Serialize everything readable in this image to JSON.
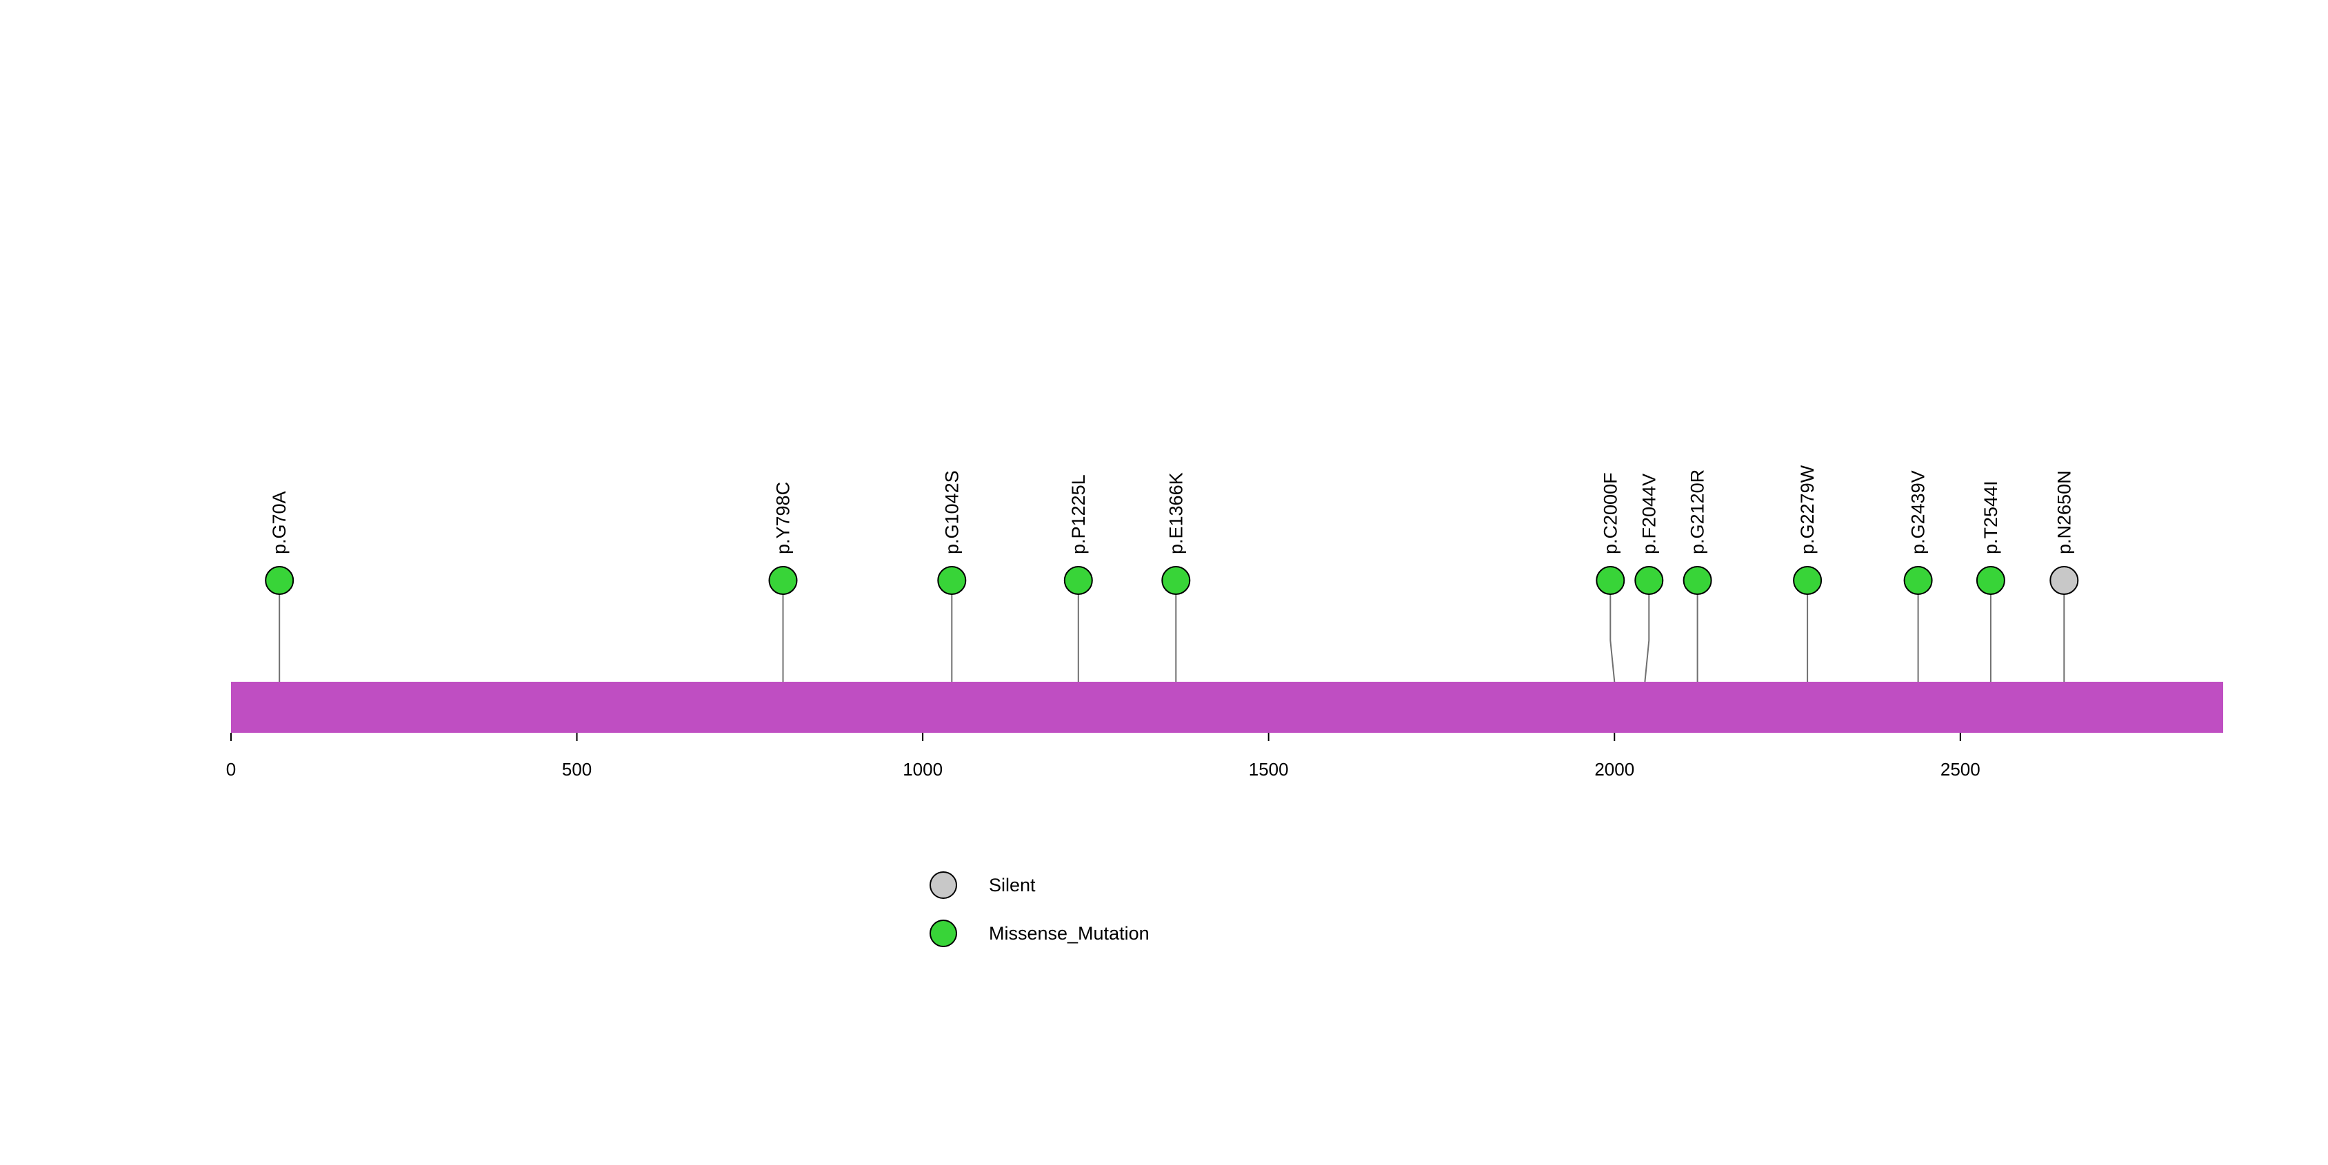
{
  "page": {
    "background": "#ffffff"
  },
  "legend": {
    "items": [
      {
        "label": "Silent",
        "class": "Silent"
      },
      {
        "label": "Missense_Mutation",
        "class": "Missense_Mutation"
      }
    ]
  },
  "chart_data": {
    "type": "lollipop",
    "title": "",
    "xlabel": "",
    "ylabel": "",
    "grid": false,
    "legend_position": "bottom-center",
    "xlim": [
      0,
      2880
    ],
    "x_ticks": [
      0,
      500,
      1000,
      1500,
      2000,
      2500
    ],
    "backbone": {
      "start": 0,
      "end": 2880,
      "color": "#bf4ec2"
    },
    "mutation_classes": {
      "Silent": "#c8c8c8",
      "Missense_Mutation": "#38d438"
    },
    "mutations": [
      {
        "label": "p.G70A",
        "pos": 70,
        "class": "Missense_Mutation"
      },
      {
        "label": "p.Y798C",
        "pos": 798,
        "class": "Missense_Mutation"
      },
      {
        "label": "p.G1042S",
        "pos": 1042,
        "class": "Missense_Mutation"
      },
      {
        "label": "p.P1225L",
        "pos": 1225,
        "class": "Missense_Mutation"
      },
      {
        "label": "p.E1366K",
        "pos": 1366,
        "class": "Missense_Mutation"
      },
      {
        "label": "p.C2000F",
        "pos": 2000,
        "class": "Missense_Mutation"
      },
      {
        "label": "p.F2044V",
        "pos": 2044,
        "class": "Missense_Mutation"
      },
      {
        "label": "p.G2120R",
        "pos": 2120,
        "class": "Missense_Mutation"
      },
      {
        "label": "p.G2279W",
        "pos": 2279,
        "class": "Missense_Mutation"
      },
      {
        "label": "p.G2439V",
        "pos": 2439,
        "class": "Missense_Mutation"
      },
      {
        "label": "p.T2544I",
        "pos": 2544,
        "class": "Missense_Mutation"
      },
      {
        "label": "p.N2650N",
        "pos": 2650,
        "class": "Silent"
      }
    ]
  }
}
